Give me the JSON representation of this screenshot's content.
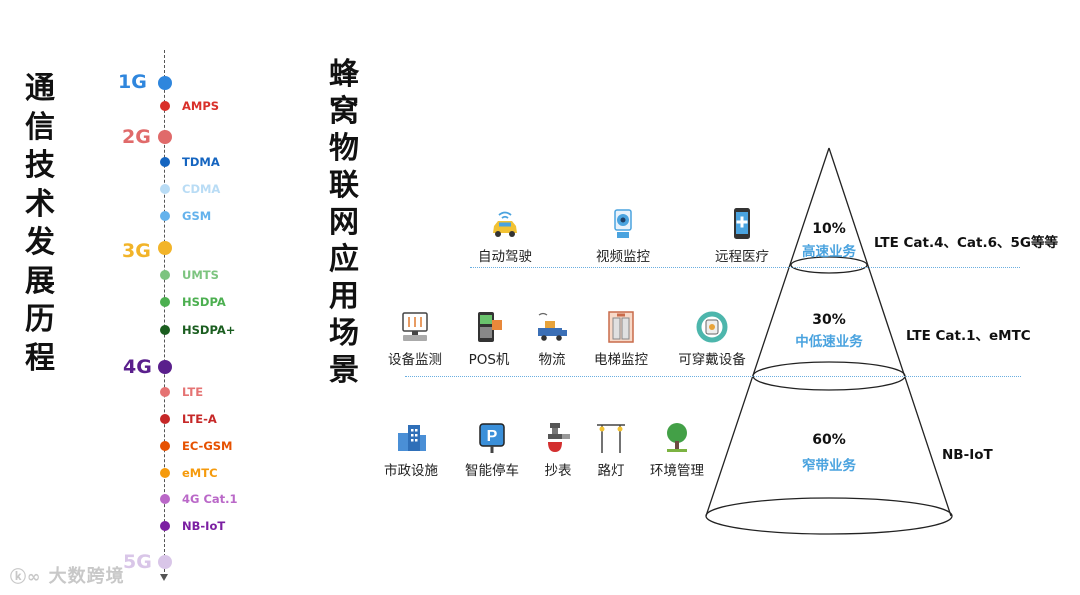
{
  "left_title": [
    "通",
    "信",
    "技",
    "术",
    "发",
    "展",
    "历",
    "程"
  ],
  "scene_title": [
    "蜂",
    "窝",
    "物",
    "联",
    "网",
    "应",
    "用",
    "场",
    "景"
  ],
  "generations": [
    {
      "label": "1G",
      "color": "#2f86dd"
    },
    {
      "label": "2G",
      "color": "#e06a6a"
    },
    {
      "label": "3G",
      "color": "#f2b429"
    },
    {
      "label": "4G",
      "color": "#5a1f8c"
    },
    {
      "label": "5G",
      "color": "#d9c6e8"
    }
  ],
  "technologies": [
    {
      "label": "AMPS",
      "color": "#d9302a"
    },
    {
      "label": "TDMA",
      "color": "#1565c0"
    },
    {
      "label": "CDMA",
      "color": "#b9dcf5"
    },
    {
      "label": "GSM",
      "color": "#64b2ec"
    },
    {
      "label": "UMTS",
      "color": "#7cc47f"
    },
    {
      "label": "HSDPA",
      "color": "#4caf50"
    },
    {
      "label": "HSDPA+",
      "color": "#1b5e20"
    },
    {
      "label": "LTE",
      "color": "#e57373"
    },
    {
      "label": "LTE-A",
      "color": "#c62828"
    },
    {
      "label": "EC-GSM",
      "color": "#e65100"
    },
    {
      "label": "eMTC",
      "color": "#f59a0c"
    },
    {
      "label": "4G Cat.1",
      "color": "#ba68c8"
    },
    {
      "label": "NB-IoT",
      "color": "#7b1fa2"
    }
  ],
  "tiers": [
    {
      "percent": "10%",
      "service": "高速业务",
      "standard": "LTE Cat.4、Cat.6、5G等等",
      "apps": [
        {
          "label": "自动驾驶",
          "icon": "car-icon"
        },
        {
          "label": "视频监控",
          "icon": "camera-icon"
        },
        {
          "label": "远程医疗",
          "icon": "phone-medical-icon"
        }
      ]
    },
    {
      "percent": "30%",
      "service": "中低速业务",
      "standard": "LTE Cat.1、eMTC",
      "apps": [
        {
          "label": "设备监测",
          "icon": "monitor-icon"
        },
        {
          "label": "POS机",
          "icon": "pos-icon"
        },
        {
          "label": "物流",
          "icon": "truck-icon"
        },
        {
          "label": "电梯监控",
          "icon": "elevator-icon"
        },
        {
          "label": "可穿戴设备",
          "icon": "watch-icon"
        }
      ]
    },
    {
      "percent": "60%",
      "service": "窄带业务",
      "standard": "NB-IoT",
      "apps": [
        {
          "label": "市政设施",
          "icon": "building-icon"
        },
        {
          "label": "智能停车",
          "icon": "parking-icon"
        },
        {
          "label": "抄表",
          "icon": "water-meter-icon"
        },
        {
          "label": "路灯",
          "icon": "streetlight-icon"
        },
        {
          "label": "环境管理",
          "icon": "tree-icon"
        }
      ]
    }
  ],
  "watermark": "大数跨境"
}
